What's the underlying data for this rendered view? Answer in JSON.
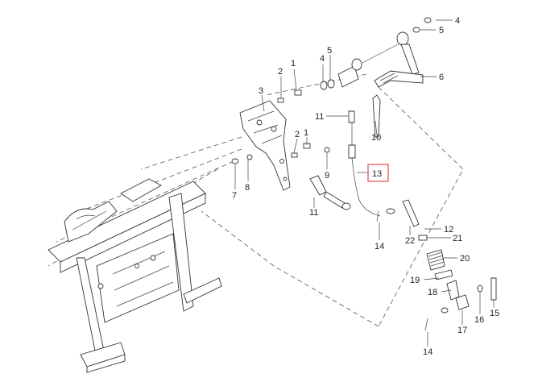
{
  "callouts": {
    "c4a": "4",
    "c5a": "5",
    "c6": "6",
    "c1a": "1",
    "c2a": "2",
    "c4b": "4",
    "c5b": "5",
    "c3": "3",
    "c11a": "11",
    "c10": "10",
    "c2b": "2",
    "c1b": "1",
    "c9": "9",
    "c13": "13",
    "c7": "7",
    "c8": "8",
    "c11b": "11",
    "c12": "12",
    "c22": "22",
    "c21": "21",
    "c14a": "14",
    "c20": "20",
    "c19": "19",
    "c18": "18",
    "c16": "16",
    "c15": "15",
    "c17": "17",
    "c14b": "14"
  },
  "highlighted_callout": "13",
  "colors": {
    "highlight": "#e05a5a",
    "line": "#333333",
    "background": "#ffffff"
  }
}
